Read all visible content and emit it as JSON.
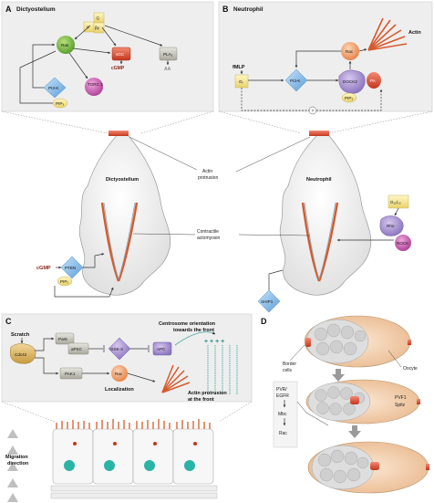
{
  "panels": {
    "A": {
      "letter": "A",
      "title": "Dictyostelium",
      "nodes": {
        "g_alpha": "α",
        "g_g": "G",
        "g_beta_gamma": "βγ",
        "ras": "Ras",
        "sgc": "sGC",
        "cgmp_out": "cGMP",
        "pla2": "PLA₂",
        "aa": "AA",
        "pi3k": "PI3-K",
        "pip3": "PIP₃",
        "torc2": "TORC 2"
      }
    },
    "B": {
      "letter": "B",
      "title": "Neutrophil",
      "nodes": {
        "actin": "Actin",
        "fmlp": "fMLP",
        "gi": "Gᵢ",
        "pi3k": "PI3-K",
        "rac": "Rac",
        "dock2": "DOCK2",
        "pa": "PA",
        "pip3": "PIP₃",
        "question": "?"
      }
    },
    "middle": {
      "cell_left": "Dictyostelium",
      "cell_right": "Neutrophil",
      "actin_protrusion": [
        "Actin",
        "protrusion"
      ],
      "contractile": [
        "Contractile",
        "actomyosin"
      ],
      "cgmp": "cGMP",
      "pten": "PTEN",
      "pip2": "PIP₂",
      "g1213": "G₁₂/₁₃",
      "rho": "Rho",
      "rock": "ROCK",
      "ship1": "SHIP1"
    },
    "C": {
      "letter": "C",
      "scratch": "Scratch",
      "cdc42": "Cdc42",
      "par6": "Par6",
      "apkc": "aPKC",
      "gsk3": "GSK-3",
      "apc": "APC",
      "centrosome": [
        "Centrosome orientation",
        "towards the front"
      ],
      "pak1": "PAK1",
      "rac": "Rac",
      "localization": "Localization",
      "actin_front": [
        "Actin protrusion",
        "at the front"
      ],
      "migration": [
        "Migration",
        "direction"
      ]
    },
    "D": {
      "letter": "D",
      "border_cells": [
        "Border",
        "cells"
      ],
      "oocyte": "Oocyte",
      "pvf1": "PVF1",
      "spitz": "Spitz",
      "pathway": [
        "PVR/",
        "EGFR",
        "Mbc",
        "Rac"
      ]
    }
  }
}
